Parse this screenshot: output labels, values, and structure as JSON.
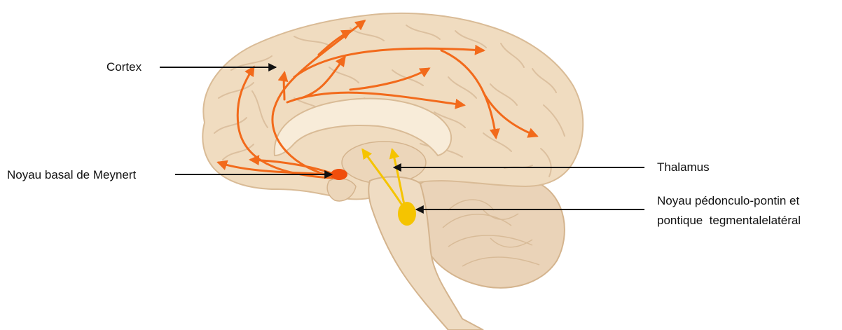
{
  "labels": {
    "cortex": "Cortex",
    "meynert": "Noyau basal de Meynert",
    "thalamus": "Thalamus",
    "ppn_line1": "Noyau pédonculo-pontin et",
    "ppn_line2": "pontique  tegmentalelatéral"
  },
  "colors": {
    "cholinergic_meynert": "#f26a1b",
    "cholinergic_brainstem": "#f5c400",
    "pointer": "#111111",
    "brain_fill": "#f0dcc0",
    "brain_outline": "#d9bb96"
  }
}
